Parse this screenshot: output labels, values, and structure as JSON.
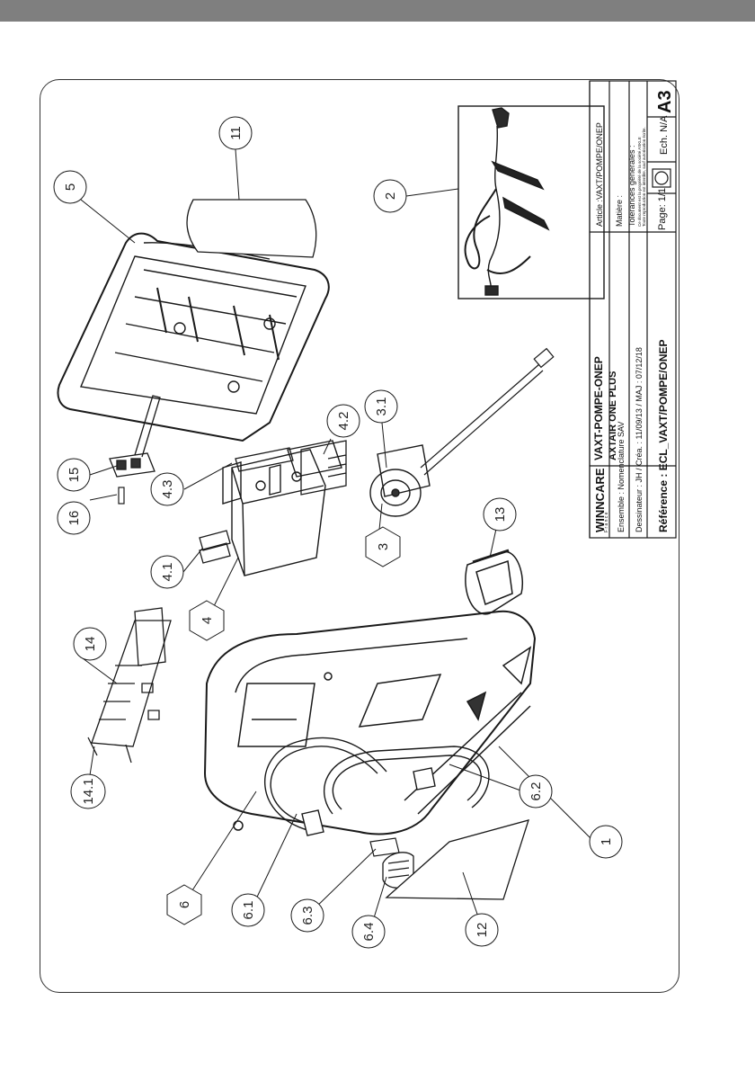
{
  "colors": {
    "header_bar": "#7f7f7f",
    "ink": "#1a1a1a"
  },
  "callouts": [
    {
      "label": "11",
      "shape": "circle"
    },
    {
      "label": "5",
      "shape": "circle"
    },
    {
      "label": "2",
      "shape": "circle"
    },
    {
      "label": "15",
      "shape": "circle"
    },
    {
      "label": "16",
      "shape": "circle"
    },
    {
      "label": "4.2",
      "shape": "circle"
    },
    {
      "label": "4.3",
      "shape": "circle"
    },
    {
      "label": "3.1",
      "shape": "circle"
    },
    {
      "label": "4.1",
      "shape": "circle"
    },
    {
      "label": "4",
      "shape": "hexagon"
    },
    {
      "label": "3",
      "shape": "hexagon"
    },
    {
      "label": "14",
      "shape": "circle"
    },
    {
      "label": "13",
      "shape": "circle"
    },
    {
      "label": "14.1",
      "shape": "circle"
    },
    {
      "label": "6.2",
      "shape": "circle"
    },
    {
      "label": "1",
      "shape": "circle"
    },
    {
      "label": "6",
      "shape": "hexagon"
    },
    {
      "label": "6.1",
      "shape": "circle"
    },
    {
      "label": "6.3",
      "shape": "circle"
    },
    {
      "label": "6.4",
      "shape": "circle"
    },
    {
      "label": "12",
      "shape": "circle"
    }
  ],
  "title_block": {
    "logo_main": "WINNCARE",
    "logo_sub": "F r a n c e",
    "code": "VAXT-POMPE-ONEP",
    "product": "AXTAIR ONE PLUS",
    "ensemble": "Ensemble : Nomenclature SAV",
    "dessinateur": "Dessinateur : JH /  Créa. : 11/09/13  /  MAJ : 07/12/18",
    "reference": "Référence : ECL_VAXT/POMPE/ONEP",
    "article": "Article :VAXT/POMPE/ONEP",
    "matiere": "Matière :",
    "tolerances": "Tolérances générales :",
    "copyright_1": "Ce document est la propriété de la société ASKLE",
    "copyright_2": "Toute reproduction est interdite, sauf autorisation écrite.",
    "page": "Page: 1/1",
    "echelle": "Ech. N/A",
    "format": "A3"
  }
}
